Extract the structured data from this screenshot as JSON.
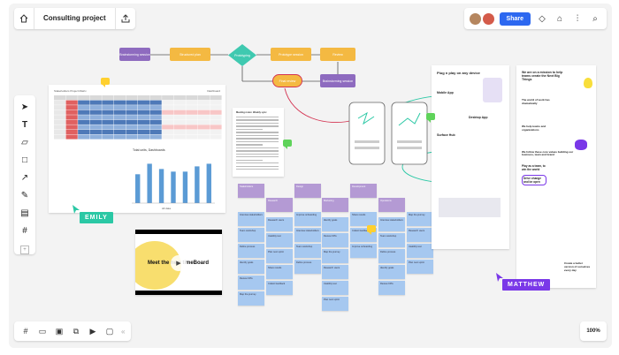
{
  "board": {
    "project_title": "Consulting project",
    "share_label": "Share",
    "zoom_level": "100%"
  },
  "flow": {
    "nodes": [
      {
        "label": "Brainstorming session",
        "color": "#8e6bbf"
      },
      {
        "label": "Structured plan",
        "color": "#f4b942"
      },
      {
        "label": "Prototyping",
        "color": "#3fc9b0"
      },
      {
        "label": "Prototype session",
        "color": "#f4b942"
      },
      {
        "label": "Review",
        "color": "#f4b942"
      },
      {
        "label": "Final review",
        "color": "#f4b942"
      },
      {
        "label": "Brainstorming session",
        "color": "#8e6bbf"
      }
    ]
  },
  "table_card": {
    "title": "Stakeholders Project Matrix",
    "corner": "Dashboard"
  },
  "bar_card": {
    "chart_data": {
      "type": "bar",
      "title": "Total units, Dashboards",
      "categories": [
        "",
        "",
        "",
        "",
        "",
        "",
        ""
      ],
      "values": [
        22,
        30,
        26,
        24,
        24,
        28,
        30
      ],
      "xlabel": "All data",
      "ylim": [
        0,
        35
      ]
    },
    "color": "#5b9bd5"
  },
  "document_card": {
    "title": "Meeting notes: Weekly sync"
  },
  "video_card": {
    "title": "Meet the new timeBoard"
  },
  "web_card_1": {
    "title": "Plug n play on any device",
    "mobile_label": "Mobile App",
    "desktop_label": "Desktop App",
    "surface_label": "Surface Hub"
  },
  "web_card_2": {
    "heading_1": "We are on a mission to help teams create the Next Big Things",
    "heading_2": "The world of work has dramatically",
    "heading_3": "We help teams and organizations",
    "heading_4": "We follow these core values building our business, team and brand",
    "value_1": "Play as a team, to win the world",
    "value_2": "Drive change and be open",
    "value_3": "Create a better version of ourselves every day"
  },
  "sticky_headers": [
    "Stakeholders",
    "Research",
    "Design",
    "Marketing",
    "Development",
    "Operations"
  ],
  "sticky_notes": [
    "Interview stakeholders",
    "Team workshop",
    "Define process",
    "Identify goals",
    "Review KPIs",
    "Map the journey",
    "Research users",
    "Usability test",
    "Plan next sprint",
    "Share results",
    "Collect feedback",
    "Improve onboarding"
  ],
  "collaborators": [
    {
      "name": "EMILY",
      "color": "#2bc8a5"
    },
    {
      "name": "MATTHEW",
      "color": "#7a38e8"
    }
  ],
  "icons": {
    "home": "home-icon",
    "upload": "upload-icon",
    "tools": "tools"
  },
  "colors": {
    "accent": "#2d68f0",
    "sticky_blue": "#a6c8f0",
    "sticky_purple": "#b49ad4",
    "comment_yellow": "#ffd02f",
    "comment_green": "#5fd35a"
  }
}
